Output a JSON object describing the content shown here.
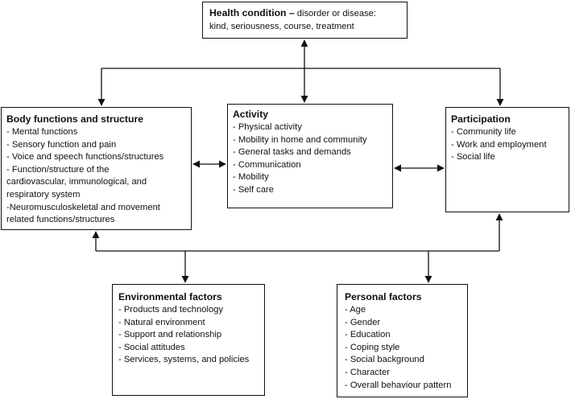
{
  "health": {
    "title": "Health condition –",
    "text_inline": "disorder or disease:",
    "text_line2": "kind, seriousness, course, treatment"
  },
  "body": {
    "title": "Body functions and structure",
    "items": [
      "- Mental functions",
      "- Sensory function and pain",
      "- Voice and speech functions/structures",
      "- Function/structure of the",
      "cardiovascular, immunological, and",
      "respiratory system",
      "-Neuromusculoskeletal and movement",
      "related functions/structures"
    ]
  },
  "activity": {
    "title": "Activity",
    "items": [
      "- Physical activity",
      "- Mobility in home and community",
      "- General tasks and demands",
      "- Communication",
      "- Mobility",
      "- Self care"
    ]
  },
  "participation": {
    "title": "Participation",
    "items": [
      "- Community life",
      "- Work and employment",
      "- Social life"
    ]
  },
  "environmental": {
    "title": "Environmental factors",
    "items": [
      "- Products and technology",
      "- Natural environment",
      "- Support and relationship",
      "- Social attitudes",
      "- Services, systems, and policies"
    ]
  },
  "personal": {
    "title": "Personal factors",
    "items": [
      "- Age",
      "- Gender",
      "- Education",
      "- Coping style",
      "- Social background",
      "- Character",
      "- Overall behaviour pattern"
    ]
  },
  "colors": {
    "line": "#111111",
    "box_border": "#111111",
    "background": "#ffffff"
  }
}
